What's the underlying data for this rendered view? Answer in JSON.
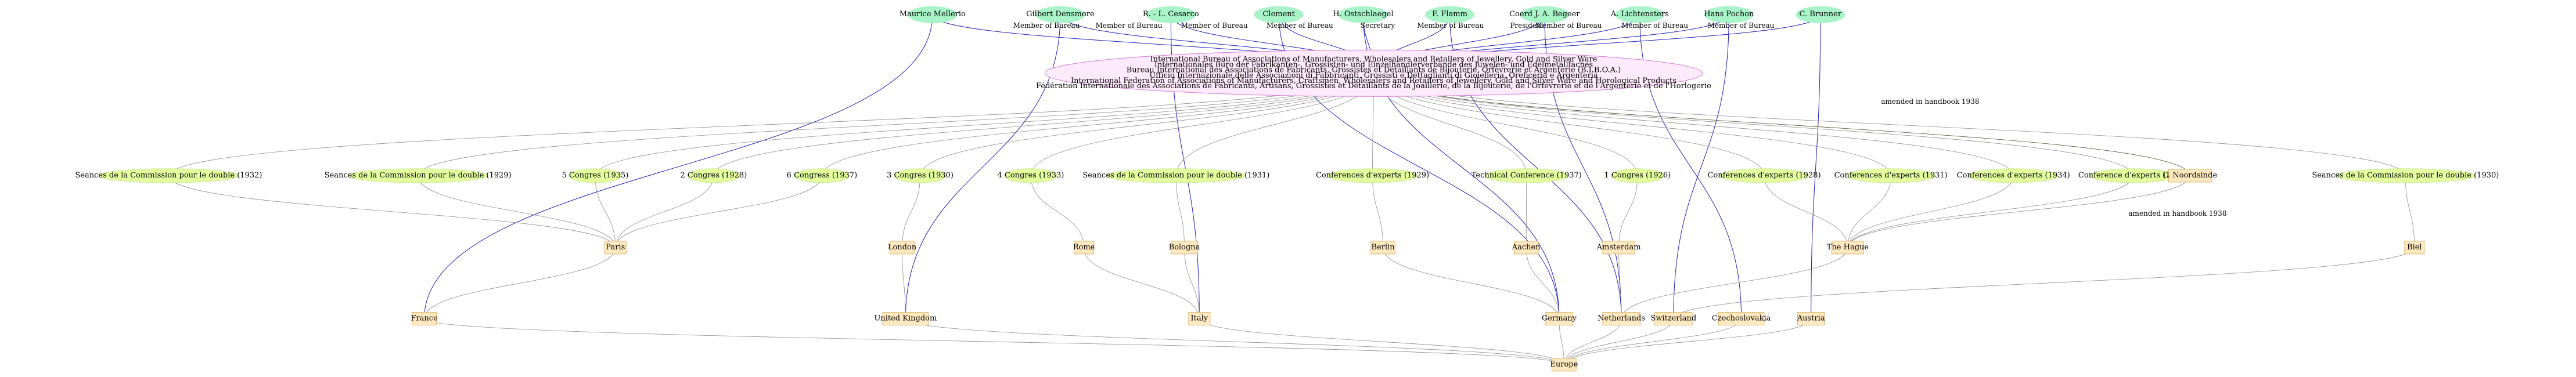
{
  "colors": {
    "person_fill": "#a8f4c8",
    "person_stroke": "#a8f4c8",
    "event_fill": "#e5ff9f",
    "event_stroke": "#c9e98f",
    "place_fill": "#ffe9c0",
    "place_stroke": "#e0b26a",
    "org_fill": "#fdeafb",
    "org_stroke": "#d67ad6",
    "blue_edge": "#1f1fb5",
    "gray_edge": "#8c8c8c",
    "dark_edge": "#4b4b2b"
  },
  "organisation": {
    "lines": [
      "International Bureau of Associations of Manufacturers, Wholesalers and Retailers of Jewellery, Gold and Silver Ware",
      "Internationales Büro der Fabrikanten-, Grossisten- und Einzelhändlerverbände des Juwelen- und Edelmetallfaches",
      "Bureau International des Associations de Fabricants, Grossistes et Détaillants de Bijouterie, Orfèvrerie et Argenterie (B.I.B.O.A.)",
      "Ufficio Internazionale delle Associazioni di Fabbricanti, Grossisti e Dettaglianti di Gioielleria, Oreficeria e Argenteria",
      "International Federation of Associations of Manufacturers, Craftsmen, Wholesalers and Retailers of Jewellery, Gold and Silver Ware and Horological Products",
      "Fédération Internationale des Associations de Fabricants, Artisans, Grossistes et Détaillants de la Joaillerie, de la Bijouterie, de l'Orfèvrerie et de l'Argenterie et de l'Horlogerie"
    ]
  },
  "people": [
    {
      "id": "p1",
      "label": "Maurice Mellerio"
    },
    {
      "id": "p2",
      "label": "Gilbert Densmore"
    },
    {
      "id": "p3",
      "label": "R. - L. Cesarco"
    },
    {
      "id": "p4",
      "label": "Clement"
    },
    {
      "id": "p5",
      "label": "H. Ostschlaegel"
    },
    {
      "id": "p6",
      "label": "F. Flamm"
    },
    {
      "id": "p7",
      "label": "Coerd J. A. Begeer"
    },
    {
      "id": "p8",
      "label": "A. Lichtensters"
    },
    {
      "id": "p9",
      "label": "Hans Pochon"
    },
    {
      "id": "p10",
      "label": "C. Brunner"
    }
  ],
  "edge_labels": {
    "member": "Member of Bureau",
    "secretary": "Secretary",
    "president": "President",
    "handbook": "amended in handbook 1938"
  },
  "events": [
    {
      "id": "e1",
      "label": "Seances de la Commission pour le double  (1932)"
    },
    {
      "id": "e2",
      "label": "Seances de la Commission pour le double  (1929)"
    },
    {
      "id": "e3",
      "label": "5 Congres (1935)"
    },
    {
      "id": "e4",
      "label": "2 Congres (1928)"
    },
    {
      "id": "e5",
      "label": "6 Congress (1937)"
    },
    {
      "id": "e6",
      "label": "3 Congres (1930)"
    },
    {
      "id": "e7",
      "label": "4 Congres (1933)"
    },
    {
      "id": "e8",
      "label": "Seances de la Commission pour le double  (1931)"
    },
    {
      "id": "e9",
      "label": "Conferences d'experts  (1929)"
    },
    {
      "id": "e10",
      "label": "Technical Conference (1937)"
    },
    {
      "id": "e11",
      "label": "1 Congres (1926)"
    },
    {
      "id": "e12",
      "label": "Conferences d'experts  (1928)"
    },
    {
      "id": "e13",
      "label": "Conferences d'experts  (1931)"
    },
    {
      "id": "e14",
      "label": "Conferences d'experts  (1934)"
    },
    {
      "id": "e15",
      "label": "Conference d'experts  (1930)"
    },
    {
      "id": "e16",
      "label": "Seances de la Commission pour le double  (1930)"
    }
  ],
  "places": [
    {
      "id": "c1",
      "label": "Paris"
    },
    {
      "id": "c2",
      "label": "London"
    },
    {
      "id": "c3",
      "label": "Rome"
    },
    {
      "id": "c4",
      "label": "Bologna"
    },
    {
      "id": "c5",
      "label": "Berlin"
    },
    {
      "id": "c6",
      "label": "Aachen"
    },
    {
      "id": "c7",
      "label": "Amsterdam"
    },
    {
      "id": "c8",
      "label": "The Hague"
    },
    {
      "id": "c9",
      "label": "Biel"
    },
    {
      "id": "c10",
      "label": "L. Noordsinde"
    },
    {
      "id": "n1",
      "label": "France"
    },
    {
      "id": "n2",
      "label": "United Kingdom"
    },
    {
      "id": "n3",
      "label": "Italy"
    },
    {
      "id": "n4",
      "label": "Germany"
    },
    {
      "id": "n5",
      "label": "Netherlands"
    },
    {
      "id": "n6",
      "label": "Switzerland"
    },
    {
      "id": "n7",
      "label": "Czechoslovakia"
    },
    {
      "id": "n8",
      "label": "Austria"
    },
    {
      "id": "r1",
      "label": "Europe"
    }
  ]
}
